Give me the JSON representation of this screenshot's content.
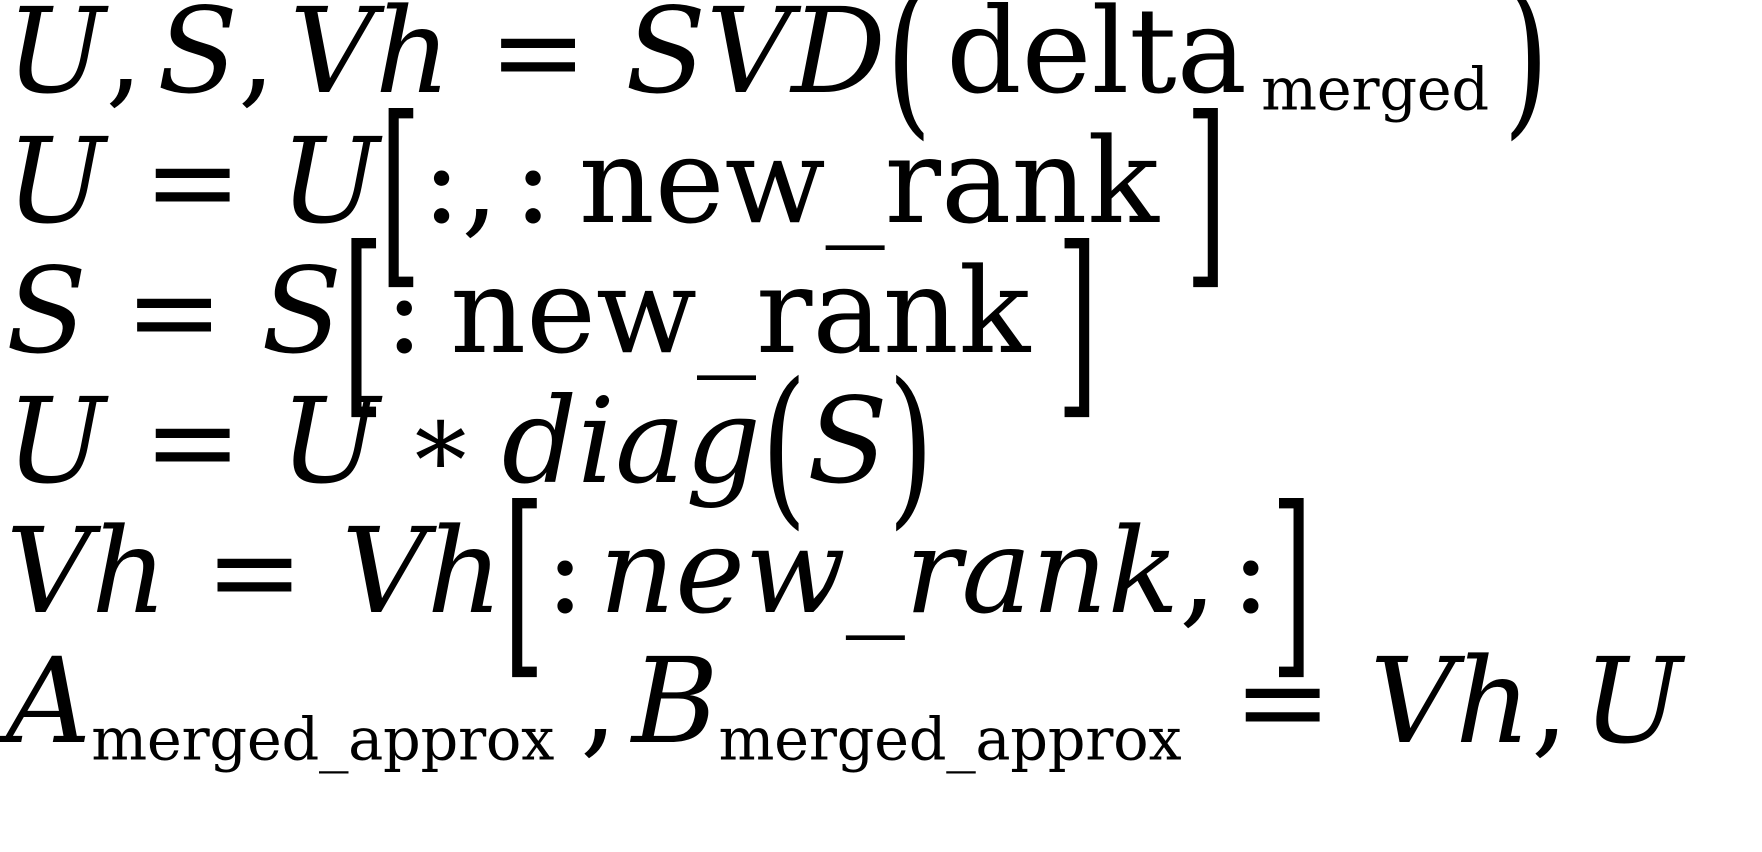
{
  "document": {
    "kind": "latex-math-display",
    "background_color": "#ffffff",
    "text_color": "#000000",
    "line_count": 6
  },
  "equations": [
    {
      "id": "svd-decomposition",
      "plain": "U, S, Vh = SVD( delta_merged )",
      "lhs": {
        "var_u": "U",
        "comma_1": ",",
        "var_s": "S",
        "comma_2": ",",
        "var_vh": "Vh"
      },
      "relation": "=",
      "rhs": {
        "function": "SVD",
        "open_paren": "(",
        "arg_base": "delta",
        "arg_subscript": "merged",
        "close_paren": ")"
      }
    },
    {
      "id": "truncate-u-columns",
      "plain": "U = U[:, : new_rank ]",
      "lhs": {
        "var": "U"
      },
      "relation": "=",
      "rhs": {
        "base": "U",
        "open_bracket": "[",
        "slice_all": ":",
        "comma": ",",
        "slice_colon": ":",
        "slice_end": "new_rank",
        "close_bracket": "]"
      }
    },
    {
      "id": "truncate-s",
      "plain": "S = S[: new_rank ]",
      "lhs": {
        "var": "S"
      },
      "relation": "=",
      "rhs": {
        "base": "S",
        "open_bracket": "[",
        "slice_colon": ":",
        "slice_end": "new_rank",
        "close_bracket": "]"
      }
    },
    {
      "id": "scale-u-by-singular-values",
      "plain": "U = U * diag(S)",
      "lhs": {
        "var": "U"
      },
      "relation": "=",
      "rhs": {
        "base": "U",
        "operator": "∗",
        "function": "diag",
        "open_paren": "(",
        "arg": "S",
        "close_paren": ")"
      }
    },
    {
      "id": "truncate-vh-rows",
      "plain": "Vh = Vh[: new_rank, :]",
      "lhs": {
        "var": "Vh"
      },
      "relation": "=",
      "rhs": {
        "base": "Vh",
        "open_bracket": "[",
        "slice_colon": ":",
        "slice_end": "new_rank",
        "comma": ",",
        "slice_all": ":",
        "close_bracket": "]"
      }
    },
    {
      "id": "assign-merged-approx",
      "plain": "A_merged_approx , B_merged_approx = Vh, U",
      "lhs": {
        "a_base": "A",
        "a_subscript": "merged_approx",
        "comma": ",",
        "b_base": "B",
        "b_subscript": "merged_approx"
      },
      "relation": "=",
      "rhs": {
        "var_vh": "Vh",
        "comma": ",",
        "var_u": "U"
      }
    }
  ]
}
